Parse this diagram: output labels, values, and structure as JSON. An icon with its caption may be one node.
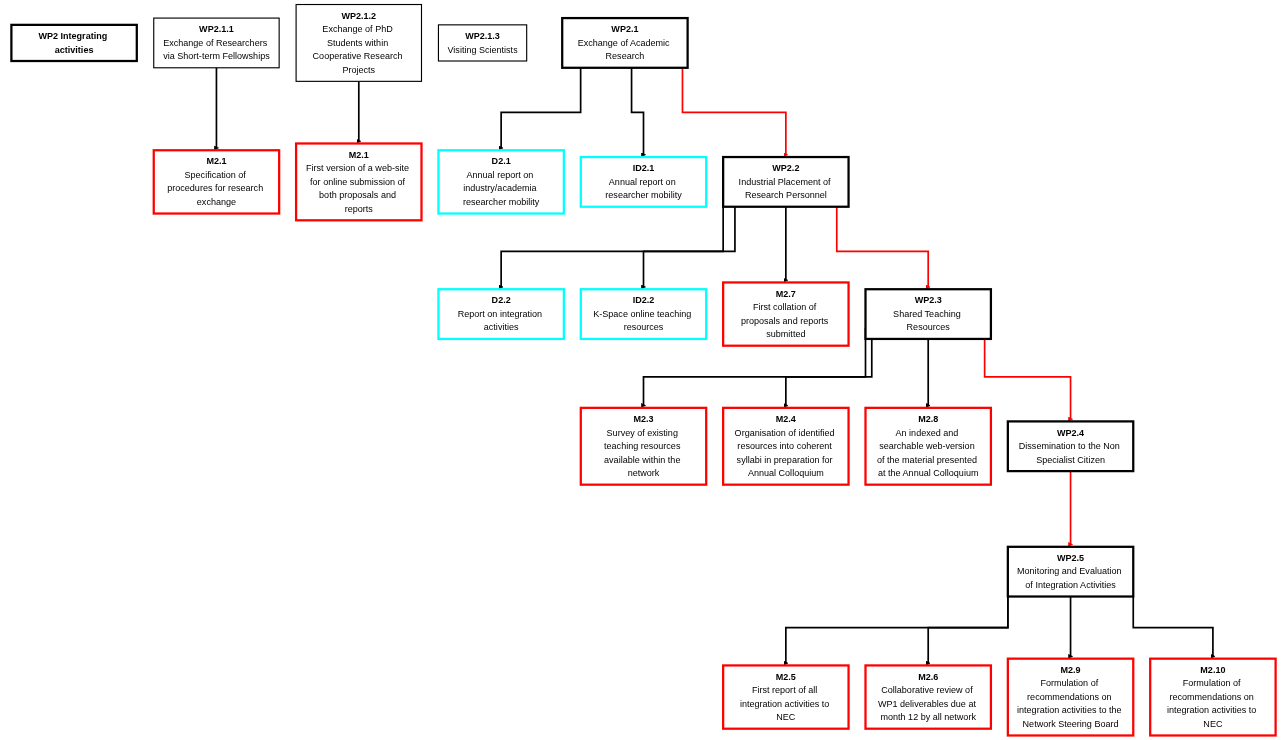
{
  "diagram": {
    "nodes": [
      {
        "text": [
          "WP2 Integrating activities"
        ]
      },
      {
        "text": [
          "WP2.1",
          "Exchange of Academic Research"
        ]
      },
      {
        "text": [
          "D2.1",
          "Annual report on industry/academia researcher mobility"
        ]
      },
      {
        "text": [
          "ID2.1",
          "Annual report on researcher mobility"
        ]
      },
      {
        "text": [
          "WP2.1.1",
          "Exchange of Researchers via Short-term Fellowships"
        ]
      },
      {
        "text": [
          "WP2.1.2",
          "Exchange of PhD Students within Cooperative Research Projects"
        ]
      },
      {
        "text": [
          "WP2.1.3",
          "Visiting Scientists"
        ]
      },
      {
        "text": [
          "M2.1",
          "Specification of procedures for research exchange"
        ]
      },
      {
        "text": [
          "M2.1",
          "First version of a web-site for online submission of both proposals and reports"
        ]
      },
      {
        "text": [
          "WP2.2",
          "Industrial Placement of Research Personnel"
        ]
      },
      {
        "text": [
          "D2.2",
          "Report on integration activities"
        ]
      },
      {
        "text": [
          "ID2.2",
          "K-Space online teaching resources"
        ]
      },
      {
        "text": [
          "M2.7",
          "First collation of proposals and reports submitted"
        ]
      },
      {
        "text": [
          "WP2.3",
          "Shared Teaching Resources"
        ]
      },
      {
        "text": [
          "M2.3",
          "Survey of existing teaching resources available within the network"
        ]
      },
      {
        "text": [
          "M2.4",
          "Organisation of identified resources into coherent syllabi in preparation for Annual Colloquium"
        ]
      },
      {
        "text": [
          "M2.8",
          "An indexed and searchable web-version of the material presented at the Annual Colloquium"
        ]
      },
      {
        "text": [
          "WP2.4",
          "Dissemination to the Non Specialist Citizen"
        ]
      },
      {
        "text": [
          "WP2.5",
          "Monitoring and Evaluation of Integration Activities"
        ]
      },
      {
        "text": [
          "M2.5",
          "First report of all integration activities to NEC"
        ]
      },
      {
        "text": [
          "M2.6",
          "Collaborative review of WP1 deliverables due at month 12 by all network"
        ]
      },
      {
        "text": [
          "M2.9",
          "Formulation of recommendations on integration activities to the Network Steering Board"
        ]
      },
      {
        "text": [
          "M2.10",
          "Formulation of recommendations on integration activities to NEC"
        ]
      }
    ],
    "edges": [
      {
        "from": 1,
        "to": 2,
        "arrow": "to"
      },
      {
        "from": 1,
        "to": 3,
        "arrow": "to"
      },
      {
        "from": 4,
        "to": 7,
        "arrow": "to"
      },
      {
        "from": 5,
        "to": 8,
        "arrow": "to"
      },
      {
        "from": 1,
        "to": 9,
        "arrow": "to",
        "color": "#ff0000"
      },
      {
        "from": 9,
        "to": 10,
        "arrow": "to"
      },
      {
        "from": 9,
        "to": 11,
        "arrow": "to"
      },
      {
        "from": 9,
        "to": 12,
        "arrow": "to"
      },
      {
        "from": 9,
        "to": 13,
        "arrow": "to",
        "color": "#ff0000"
      },
      {
        "from": 13,
        "to": 14,
        "arrow": "to"
      },
      {
        "from": 13,
        "to": 15,
        "arrow": "to"
      },
      {
        "from": 13,
        "to": 16,
        "arrow": "to"
      },
      {
        "from": 13,
        "to": 17,
        "arrow": "to",
        "color": "#ff0000"
      },
      {
        "from": 17,
        "to": 18,
        "arrow": "to",
        "color": "#ff0000"
      },
      {
        "from": 18,
        "to": 19,
        "arrow": "to"
      },
      {
        "from": 18,
        "to": 20,
        "arrow": "to"
      },
      {
        "from": 18,
        "to": 21,
        "arrow": "to"
      },
      {
        "from": 18,
        "to": 22,
        "arrow": "to"
      }
    ]
  }
}
